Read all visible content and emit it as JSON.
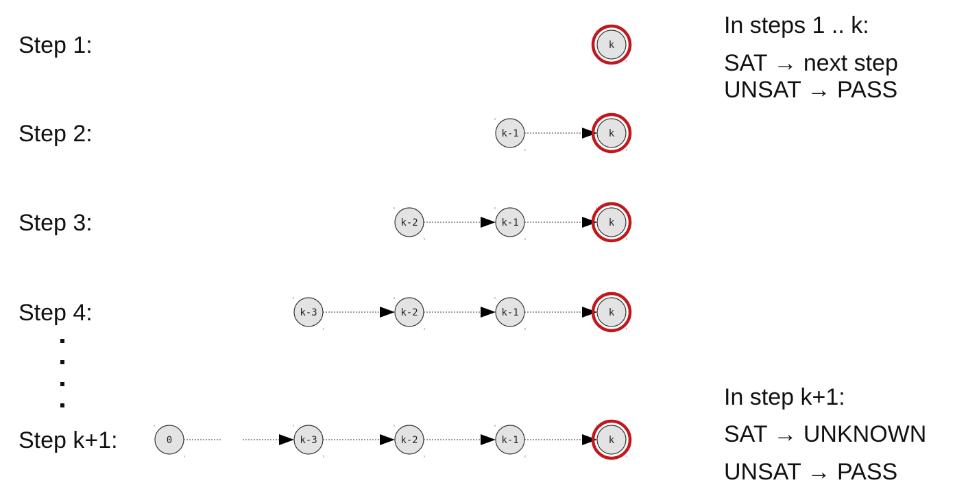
{
  "colors": {
    "target_ring": "#c0181d",
    "node_fill": "#e3e3e3",
    "node_stroke": "#333333",
    "arrow": "#000000",
    "text": "#111111"
  },
  "rows": [
    {
      "label": "Step 1:",
      "nodes": [
        "k"
      ]
    },
    {
      "label": "Step 2:",
      "nodes": [
        "k-1",
        "k"
      ]
    },
    {
      "label": "Step 3:",
      "nodes": [
        "k-2",
        "k-1",
        "k"
      ]
    },
    {
      "label": "Step 4:",
      "nodes": [
        "k-3",
        "k-2",
        "k-1",
        "k"
      ]
    },
    {
      "label": "Step k+1:",
      "nodes": [
        "0",
        "k-3",
        "k-2",
        "k-1",
        "k"
      ]
    }
  ],
  "ellipsis": ".",
  "rules": {
    "first_block": {
      "heading": "In steps 1 .. k:",
      "lines": [
        "SAT → next step",
        "UNSAT → PASS"
      ]
    },
    "second_block": {
      "heading": "In step k+1:",
      "lines": [
        "SAT → UNKNOWN",
        "UNSAT → PASS"
      ]
    }
  }
}
